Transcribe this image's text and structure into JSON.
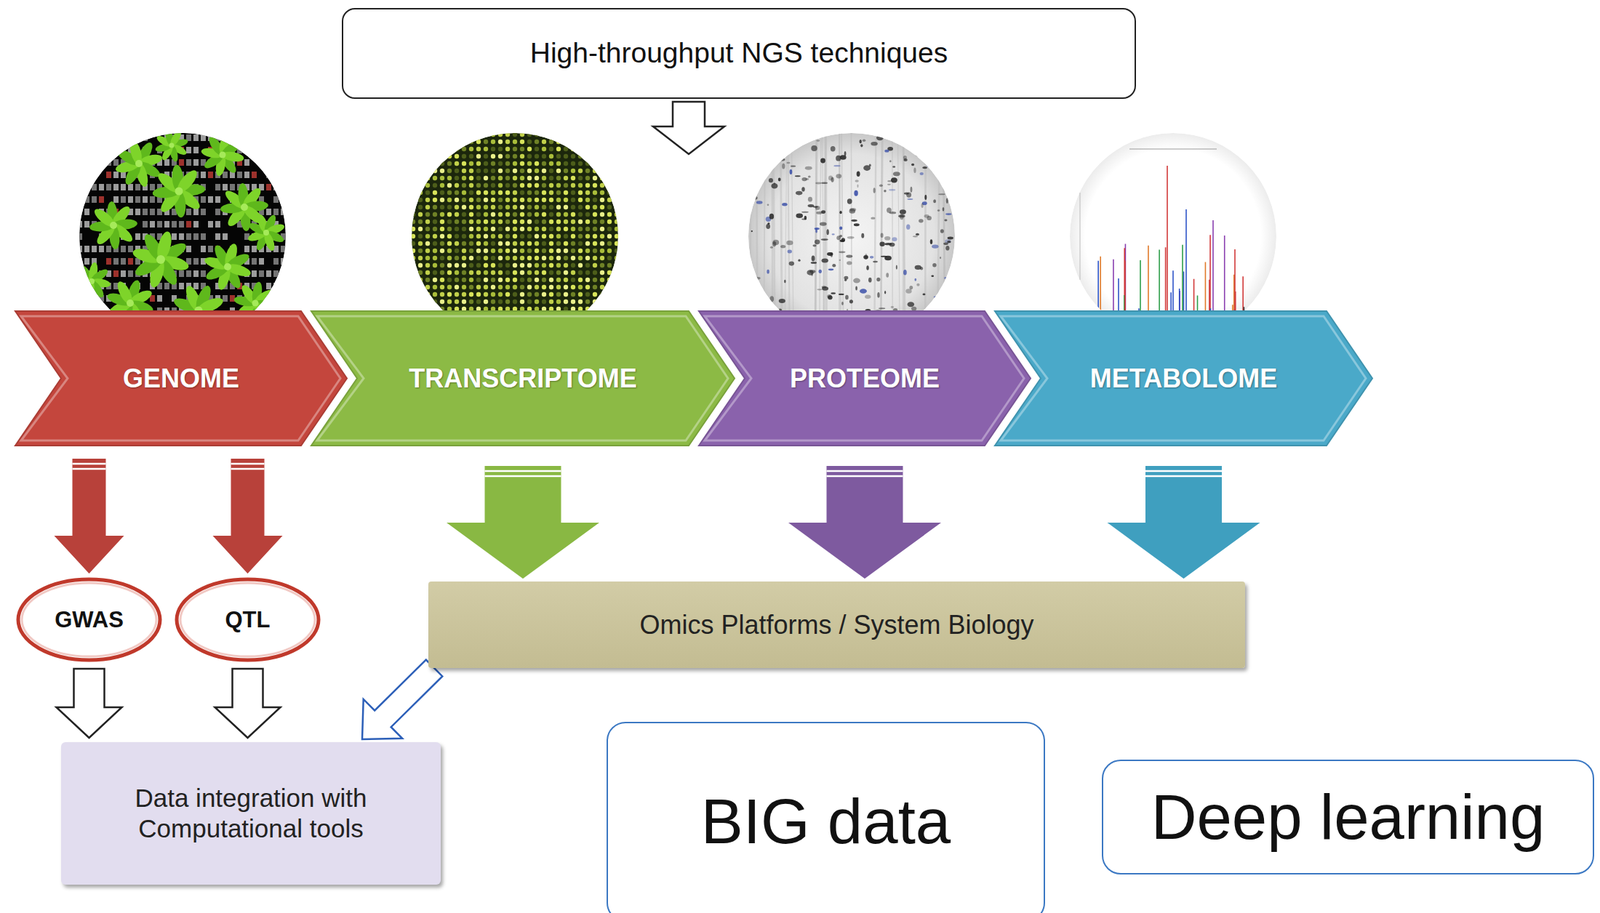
{
  "diagram": {
    "nodes": [
      {
        "text": [
          "High-throughput NGS techniques"
        ]
      },
      {
        "text": [
          "GENOME"
        ]
      },
      {
        "text": [
          "TRANSCRIPTOME"
        ]
      },
      {
        "text": [
          "PROTEOME"
        ]
      },
      {
        "text": [
          "METABOLOME"
        ]
      },
      {
        "text": [
          "GWAS"
        ]
      },
      {
        "text": [
          "QTL"
        ]
      },
      {
        "text": [
          "Omics Platforms / System Biology"
        ]
      },
      {
        "text": [
          "Data integration with Computational tools"
        ]
      },
      {
        "text": [
          "BIG data"
        ]
      },
      {
        "text": [
          "Deep learning"
        ]
      }
    ],
    "edges": [
      {
        "from": 1,
        "to": 5,
        "arrow": "to"
      },
      {
        "from": 1,
        "to": 6,
        "arrow": "to"
      },
      {
        "from": 2,
        "to": 7,
        "arrow": "to"
      },
      {
        "from": 3,
        "to": 7,
        "arrow": "to"
      },
      {
        "from": 4,
        "to": 7,
        "arrow": "to"
      },
      {
        "from": 5,
        "to": 8,
        "arrow": "to"
      },
      {
        "from": 6,
        "to": 8,
        "arrow": "to"
      },
      {
        "from": 7,
        "to": 8,
        "arrow": "to"
      }
    ]
  }
}
